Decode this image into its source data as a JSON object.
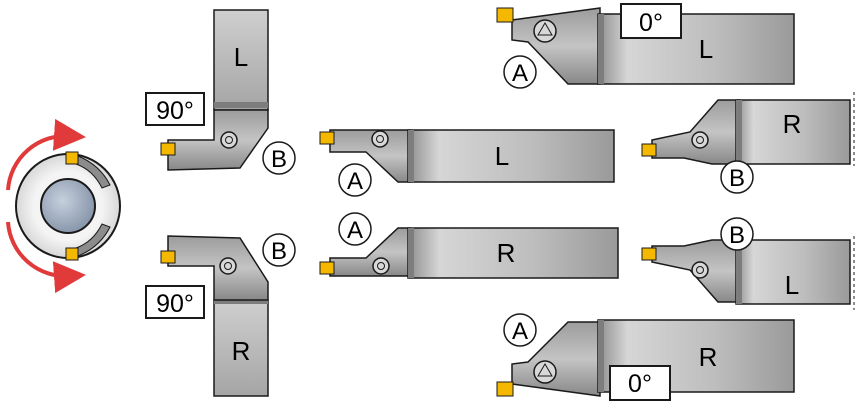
{
  "labels": {
    "left": "L",
    "right": "R",
    "a": "A",
    "b": "B",
    "deg90": "90°",
    "deg0": "0°"
  },
  "colors": {
    "shank": "#bcbcbc",
    "shank_dark": "#7d7d7d",
    "head": "#a9a9a9",
    "outline": "#1a1a1a",
    "insert": "#f5b800",
    "arrow": "#e03a3a",
    "workpiece_center": "#8fa0b6"
  }
}
